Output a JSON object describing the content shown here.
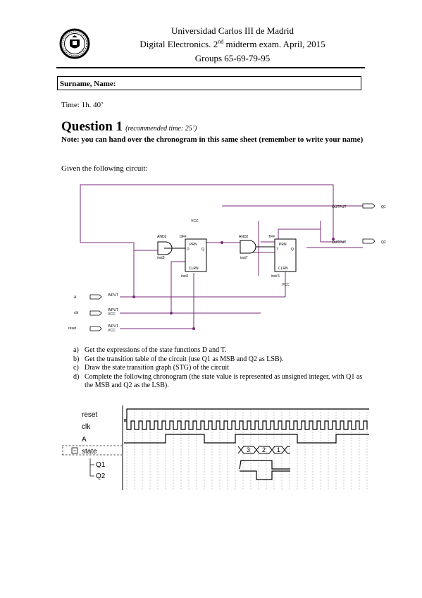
{
  "header": {
    "university": "Universidad Carlos III de Madrid",
    "exam_prefix": "Digital Electronics. 2",
    "exam_sup": "nd",
    "exam_suffix": " midterm exam. April, 2015",
    "groups": "Groups 65-69-79-95"
  },
  "name_field": "Surname, Name:",
  "time": "Time: 1h. 40’",
  "question": {
    "title": "Question 1",
    "recommended": "(recommended time: 25’)",
    "note": "Note: you can hand over the chronogram in this same sheet (remember to write your name)",
    "intro": "Given the following circuit:",
    "items": [
      {
        "letter": "a)",
        "text": "Get the expressions of the state functions D and T."
      },
      {
        "letter": "b)",
        "text": "Get the transition table of the circuit (use Q1 as MSB and Q2 as LSB)."
      },
      {
        "letter": "c)",
        "text": "Draw the state transition graph (STG) of the circuit"
      },
      {
        "letter": "d)",
        "text": "Complete the following chronogram (the state value is represented as unsigned integer, with Q1 as the MSB and Q2 as the LSB)."
      }
    ]
  },
  "circuit": {
    "inputs": [
      "A",
      "clk",
      "reset"
    ],
    "input_symbol": "INPUT",
    "input_vcc": "VCC",
    "outputs": [
      "Q1",
      "Q2"
    ],
    "output_symbol": "OUTPUT",
    "gates": [
      "AND2",
      "AND2"
    ],
    "gate_insts": [
      "inst3",
      "inst7"
    ],
    "ff_types": [
      "DFF",
      "TFF"
    ],
    "ff_pins": {
      "d": "D",
      "t": "T",
      "q": "Q",
      "prn": "PRN",
      "clrn": "CLRN"
    },
    "ff_insts": [
      "inst1",
      "inst 5"
    ],
    "vcc": "VCC"
  },
  "chronogram": {
    "signals": [
      "reset",
      "clk",
      "A",
      "state",
      "Q1",
      "Q2"
    ],
    "state_expand_symbol": "−",
    "state_values": [
      "3",
      "2",
      "1"
    ]
  }
}
